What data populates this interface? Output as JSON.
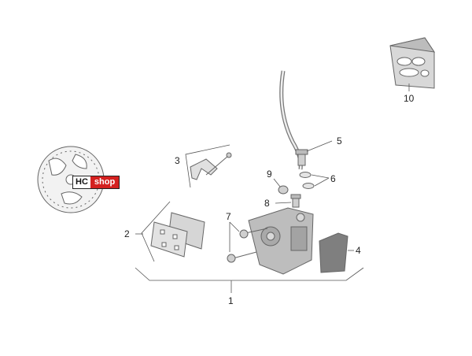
{
  "diagram": {
    "callouts": [
      "1",
      "2",
      "3",
      "4",
      "5",
      "6",
      "7",
      "8",
      "9",
      "10"
    ]
  },
  "watermark": {
    "left_text": "HC",
    "right_text": "shop",
    "left_color": "#ffffff",
    "right_color": "#d4201f"
  }
}
